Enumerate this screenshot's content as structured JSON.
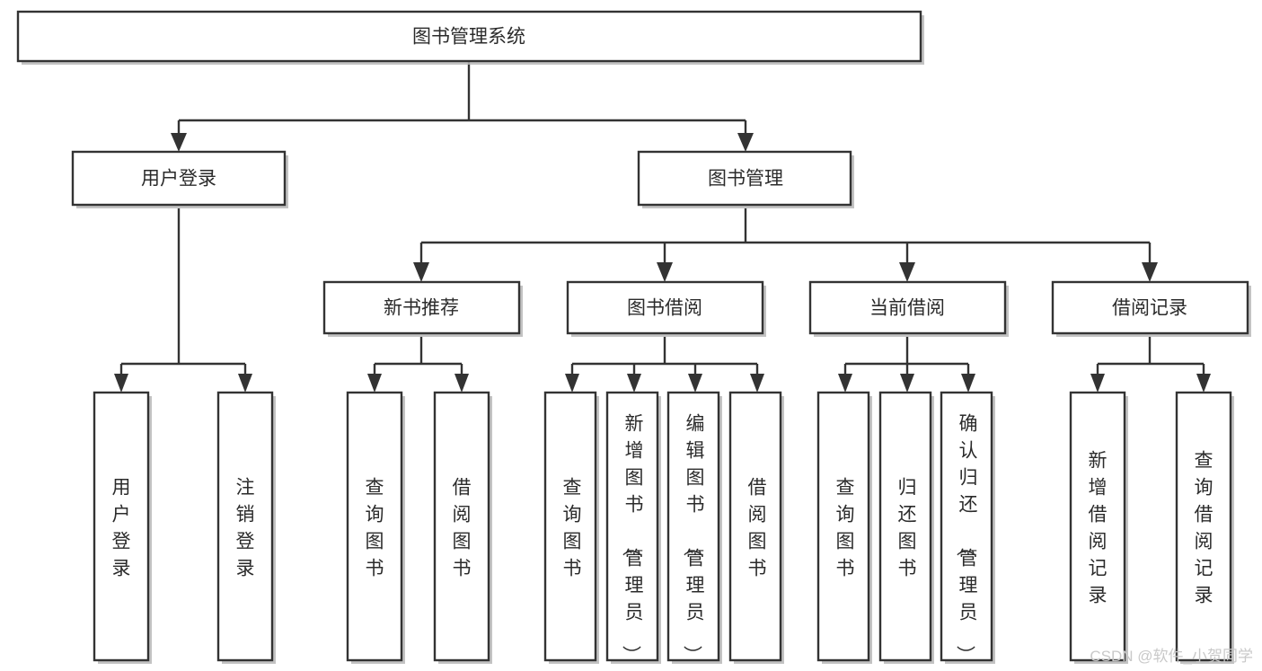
{
  "diagram": {
    "title": "图书管理系统",
    "type": "hierarchy-tree",
    "watermark": "CSDN @软件_小贺同学",
    "colors": {
      "box_fill": "#ffffff",
      "box_stroke": "#333333",
      "text": "#2b2b2b",
      "shadow": "#b8b8b8",
      "watermark": "#c9c9c9"
    },
    "root": {
      "label": "图书管理系统"
    },
    "level2": [
      {
        "label": "用户登录"
      },
      {
        "label": "图书管理"
      }
    ],
    "level3": [
      {
        "label": "新书推荐"
      },
      {
        "label": "图书借阅"
      },
      {
        "label": "当前借阅"
      },
      {
        "label": "借阅记录"
      }
    ],
    "leaves": {
      "user_login": [
        {
          "label": "用户登录"
        },
        {
          "label": "注销登录"
        }
      ],
      "new_book_recommend": [
        {
          "label": "查询图书"
        },
        {
          "label": "借阅图书"
        }
      ],
      "book_borrow": [
        {
          "label": "查询图书"
        },
        {
          "label": "新增图书（管理员）"
        },
        {
          "label": "编辑图书（管理员）"
        },
        {
          "label": "借阅图书"
        }
      ],
      "current_borrow": [
        {
          "label": "查询图书"
        },
        {
          "label": "归还图书"
        },
        {
          "label": "确认归还（管理员）"
        }
      ],
      "borrow_record": [
        {
          "label": "新增借阅记录"
        },
        {
          "label": "查询借阅记录"
        }
      ]
    }
  }
}
